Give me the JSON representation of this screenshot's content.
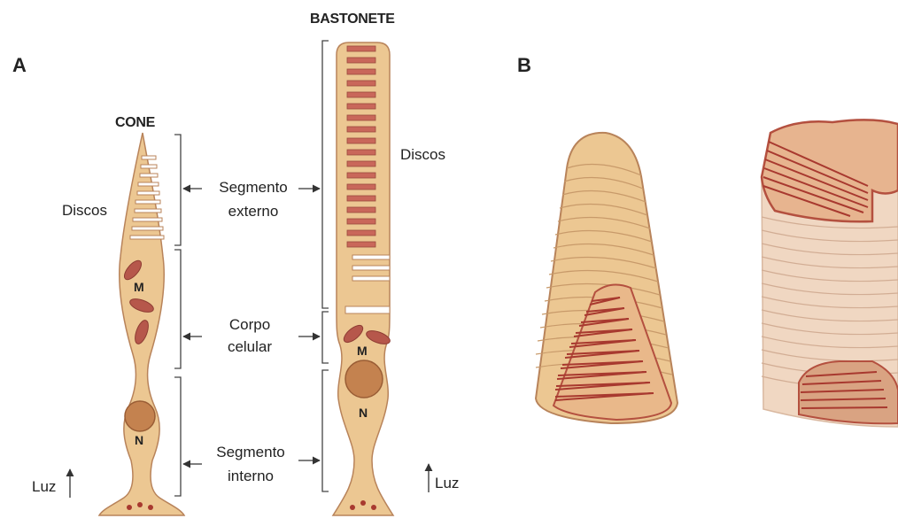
{
  "panel_labels": {
    "a": "A",
    "b": "B"
  },
  "cone": {
    "title": "CONE",
    "discos": "Discos",
    "mito": "M",
    "nucleus": "N",
    "luz": "Luz"
  },
  "rod": {
    "title": "BASTONETE",
    "discos": "Discos",
    "mito": "M",
    "nucleus": "N",
    "luz": "Luz"
  },
  "regions": {
    "outer_segment": [
      "Segmento",
      "externo"
    ],
    "cell_body": [
      "Corpo",
      "celular"
    ],
    "inner_segment": [
      "Segmento",
      "interno"
    ]
  },
  "colors": {
    "cell_fill": "#ecc792",
    "cell_stroke": "#b8835a",
    "disc_fill": "#c9675a",
    "organelle": "#b6574b",
    "cylinder": "#f0d7c2",
    "disc_red": "#a8392f"
  }
}
